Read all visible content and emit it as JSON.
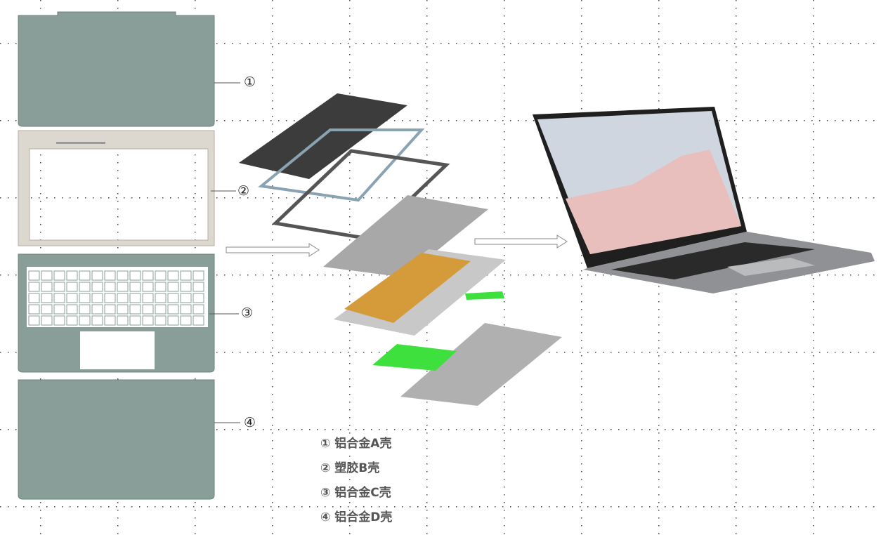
{
  "callouts": [
    "①",
    "②",
    "③",
    "④"
  ],
  "legend": [
    "① 铝合金A壳",
    "② 塑胶B壳",
    "③ 铝合金C壳",
    "④ 铝合金D壳"
  ],
  "colors": {
    "aluminum": "#8a9e99",
    "plastic": "#ddd8cf",
    "keyboard": "#d59a3a",
    "pcb": "#3ee03e",
    "screen_pink": "#e8bfbd"
  }
}
